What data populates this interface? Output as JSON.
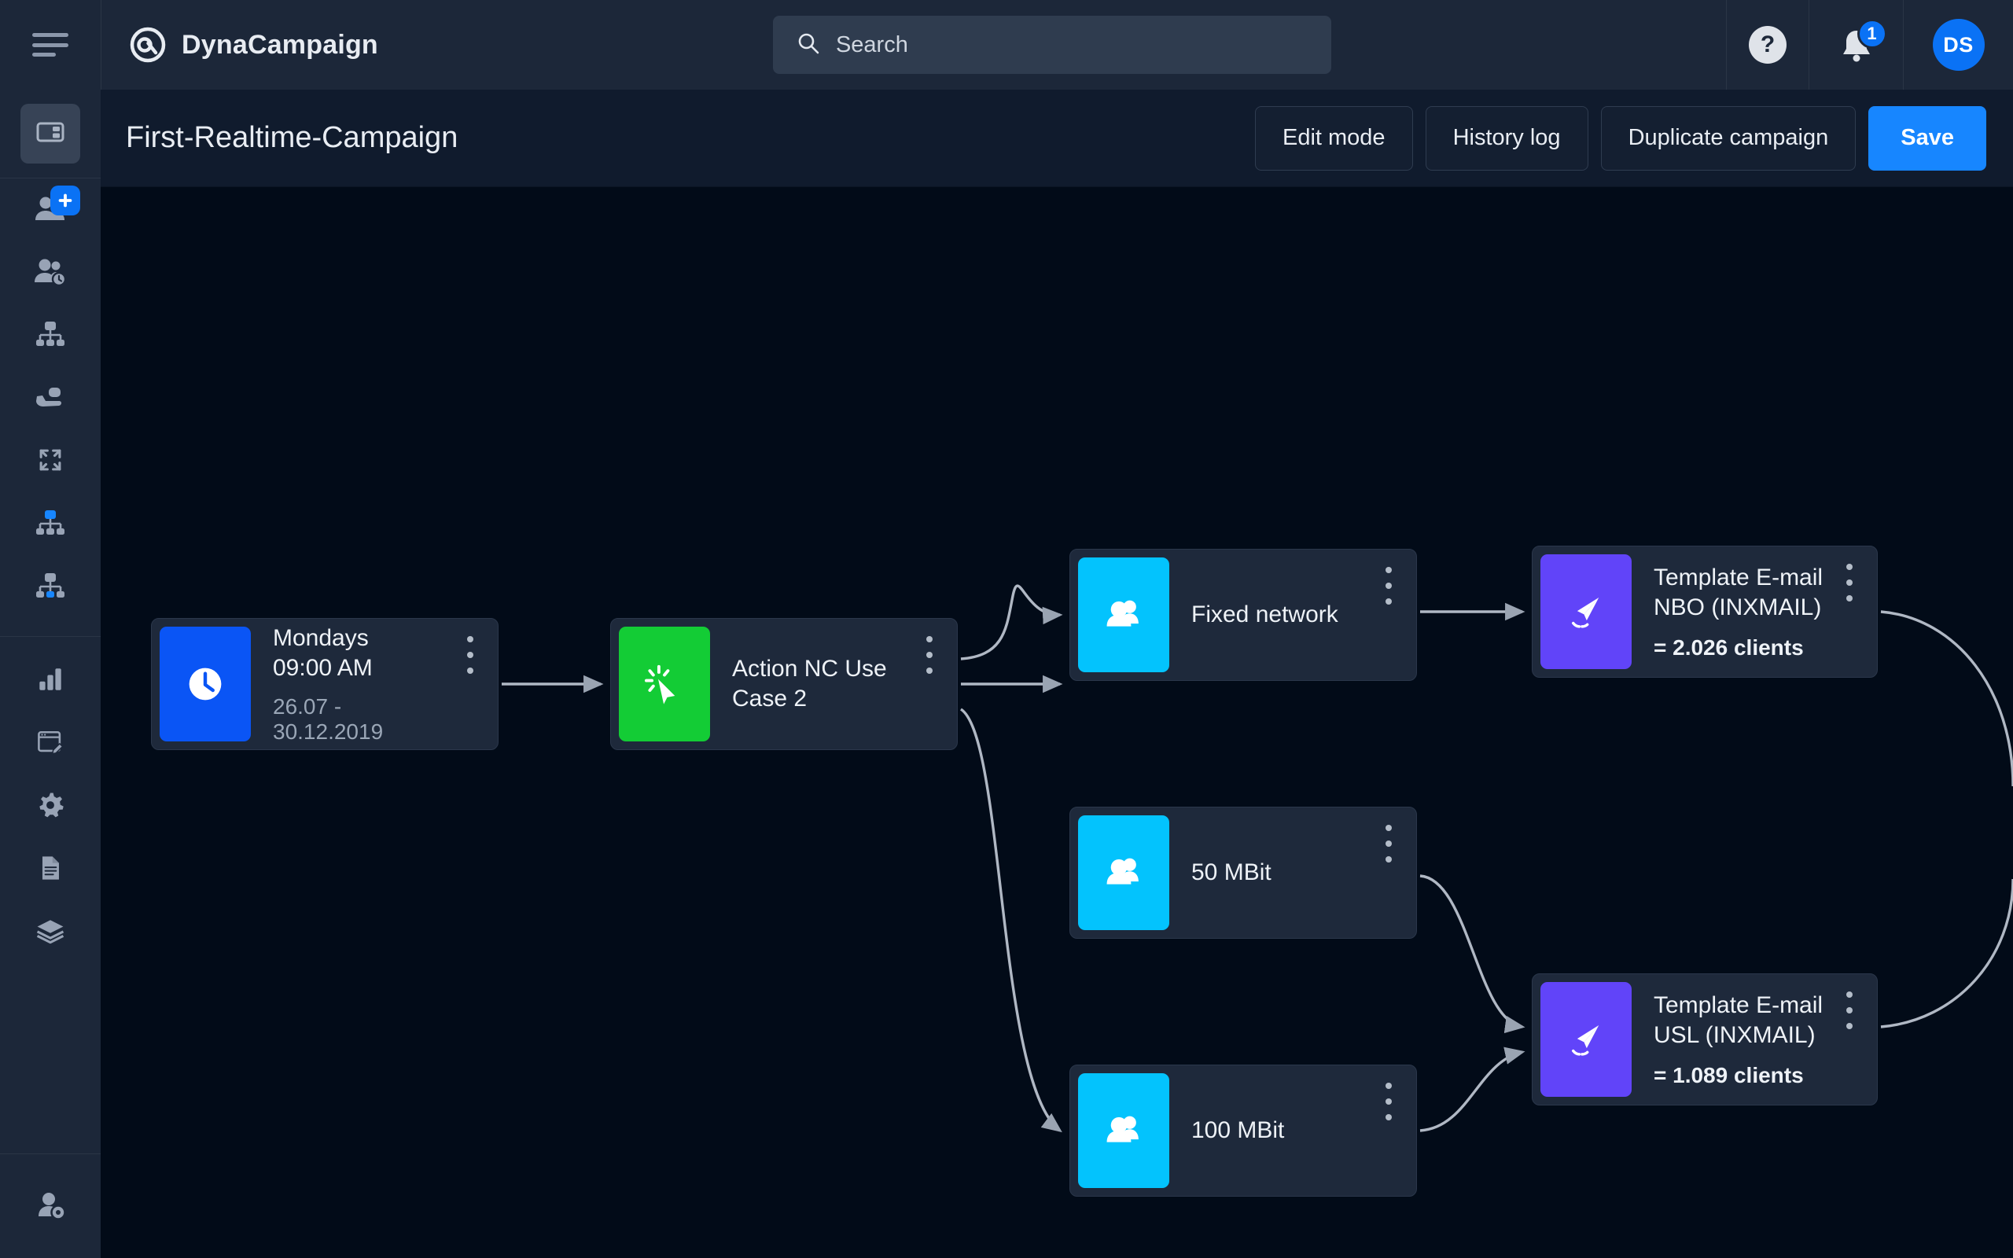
{
  "app": {
    "brand": "DynaCampaign",
    "menu_icon": "hamburger-icon",
    "logo_icon": "dynacampaign-logo"
  },
  "search": {
    "placeholder": "Search",
    "icon": "search-icon",
    "value": ""
  },
  "topbar": {
    "help_icon": "question-mark-icon",
    "help_label": "?",
    "notifications_icon": "bell-icon",
    "notifications_count": "1",
    "avatar_initials": "DS"
  },
  "sidebar": {
    "panel_toggle_icon": "layout-panel-icon",
    "items": [
      {
        "name": "add-contacts",
        "icon": "users-plus-icon",
        "badge_icon": "plus-icon"
      },
      {
        "name": "contact-history",
        "icon": "users-clock-icon"
      },
      {
        "name": "segment-tree",
        "icon": "hierarchy-icon"
      },
      {
        "name": "offer-hand",
        "icon": "hand-user-icon"
      },
      {
        "name": "expand-canvas",
        "icon": "expand-arrows-icon"
      },
      {
        "name": "campaign-tree-active",
        "icon": "hierarchy-active-icon"
      },
      {
        "name": "campaign-tree",
        "icon": "hierarchy-node-icon"
      },
      {
        "name": "reports",
        "icon": "bar-chart-icon"
      },
      {
        "name": "editor",
        "icon": "window-pencil-icon"
      },
      {
        "name": "settings",
        "icon": "gear-icon"
      },
      {
        "name": "documents",
        "icon": "document-icon"
      },
      {
        "name": "layers",
        "icon": "layers-icon"
      },
      {
        "name": "user-settings",
        "icon": "user-gear-icon"
      }
    ]
  },
  "page": {
    "title": "First-Realtime-Campaign",
    "actions": [
      {
        "name": "edit-mode",
        "label": "Edit mode",
        "primary": false
      },
      {
        "name": "history-log",
        "label": "History log",
        "primary": false
      },
      {
        "name": "duplicate-campaign",
        "label": "Duplicate campaign",
        "primary": false
      },
      {
        "name": "save",
        "label": "Save",
        "primary": true
      }
    ]
  },
  "flow": {
    "kebab_icon": "more-vertical-icon",
    "edge_color": "#b0b8c4",
    "nodes": {
      "trigger": {
        "icon": "clock-icon",
        "color": "#0a55f5",
        "title_line1": "Mondays",
        "title_line2": "09:00 AM",
        "subtitle": "26.07 - 30.12.2019"
      },
      "action": {
        "icon": "click-cursor-icon",
        "color": "#13cc35",
        "title_line1": "Action NC Use",
        "title_line2": "Case 2"
      },
      "segment_fixed_network": {
        "icon": "users-icon",
        "color": "#03c3fd",
        "title": "Fixed network"
      },
      "segment_50mbit": {
        "icon": "users-icon",
        "color": "#03c3fd",
        "title": "50 MBit"
      },
      "segment_100mbit": {
        "icon": "users-icon",
        "color": "#03c3fd",
        "title": "100 MBit"
      },
      "mail_nbo": {
        "icon": "paper-plane-icon",
        "color": "#6144f9",
        "title_line1": "Template E-mail",
        "title_line2": "NBO (INXMAIL)",
        "metric": "= 2.026 clients"
      },
      "mail_usl": {
        "icon": "paper-plane-icon",
        "color": "#6144f9",
        "title_line1": "Template E-mail",
        "title_line2": "USL (INXMAIL)",
        "metric": "= 1.089 clients"
      }
    }
  },
  "colors": {
    "accent_blue": "#0a72f5",
    "save_blue": "#1786ff",
    "trigger_blue": "#0a55f5",
    "action_green": "#13cc35",
    "segment_cyan": "#03c3fd",
    "mail_violet": "#6144f9",
    "canvas_bg": "#020b18",
    "chrome_bg": "#1c2739",
    "node_bg": "#1e293b"
  }
}
